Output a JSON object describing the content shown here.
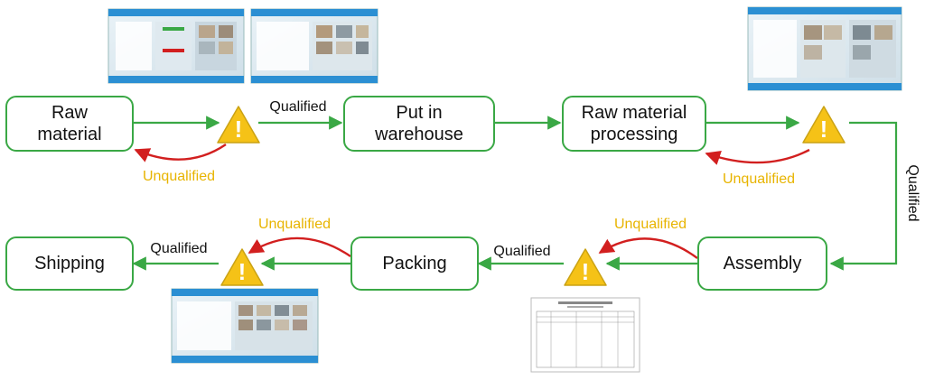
{
  "colors": {
    "node_border": "#3aa845",
    "flow_arrow": "#3aa845",
    "reject_arrow": "#d21f1f",
    "qualified_text": "#111111",
    "unqualified_text": "#e8b400",
    "warning_fill": "#f5c217",
    "warning_stroke": "#caa214",
    "board_blue": "#2b8fd3"
  },
  "nodes": {
    "raw_material": "Raw\nmaterial",
    "put_in_warehouse": "Put in\nwarehouse",
    "raw_material_processing": "Raw material\nprocessing",
    "assembly": "Assembly",
    "packing": "Packing",
    "shipping": "Shipping"
  },
  "labels": {
    "qualified": "Qualified",
    "unqualified": "Unqualified",
    "warning_symbol": "!"
  },
  "icons": {
    "checkpoint": "warning-triangle-icon",
    "photo": "inspection-board-photo",
    "document": "inspection-form-document"
  }
}
